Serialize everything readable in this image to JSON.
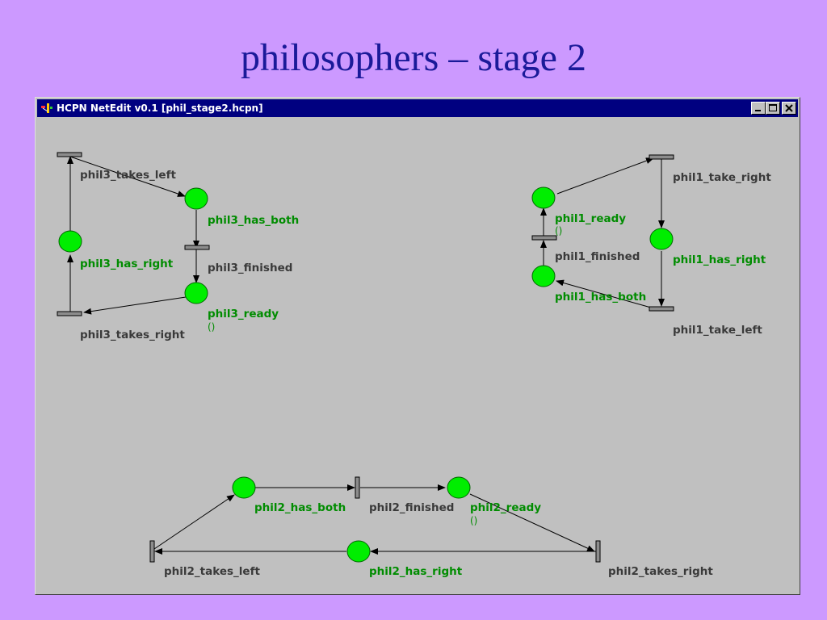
{
  "slide": {
    "title": "philosophers – stage 2"
  },
  "window": {
    "title": "HCPN NetEdit v0.1 [phil_stage2.hcpn]",
    "controls": {
      "minimize": "minimize-icon",
      "maximize": "maximize-icon",
      "close": "close-icon"
    }
  },
  "colors": {
    "place_fill": "#00ee00",
    "transition_fill": "#808080",
    "titlebar": "#000080",
    "background": "#cc99ff"
  },
  "net": {
    "phil3": {
      "takes_left": "phil3_takes_left",
      "has_both": "phil3_has_both",
      "has_right": "phil3_has_right",
      "finished": "phil3_finished",
      "ready": "phil3_ready",
      "ready_marking": "()",
      "takes_right": "phil3_takes_right"
    },
    "phil1": {
      "take_right": "phil1_take_right",
      "ready": "phil1_ready",
      "ready_marking": "()",
      "has_right": "phil1_has_right",
      "finished": "phil1_finished",
      "has_both": "phil1_has_both",
      "take_left": "phil1_take_left"
    },
    "phil2": {
      "has_both": "phil2_has_both",
      "finished": "phil2_finished",
      "ready": "phil2_ready",
      "ready_marking": "()",
      "takes_left": "phil2_takes_left",
      "has_right": "phil2_has_right",
      "takes_right": "phil2_takes_right"
    }
  }
}
